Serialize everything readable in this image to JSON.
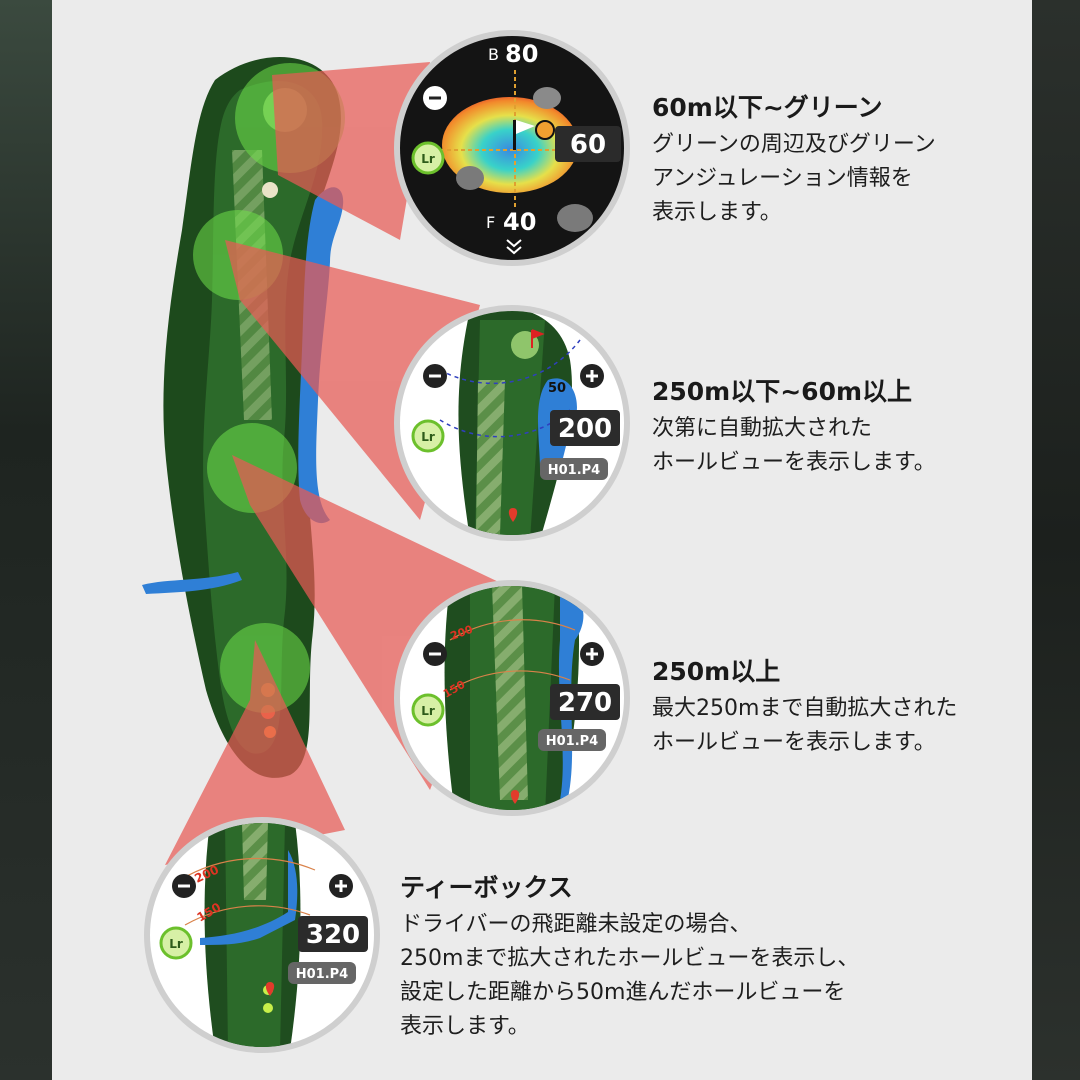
{
  "sections": [
    {
      "heading": "60m以下~グリーン",
      "lines": [
        "グリーンの周辺及びグリーン",
        "アンジュレーション情報を",
        "表示します。"
      ],
      "screen": {
        "back_label": "B",
        "back_distance": "80",
        "front_label": "F",
        "front_distance": "40",
        "distance": "60"
      }
    },
    {
      "heading": "250m以下~60m以上",
      "lines": [
        "次第に自動拡大された",
        "ホールビューを表示します。"
      ],
      "screen": {
        "distance": "200",
        "hole_tag": "H01.P4",
        "arc_label": "50"
      }
    },
    {
      "heading": "250m以上",
      "lines": [
        "最大250mまで自動拡大された",
        "ホールビューを表示します。"
      ],
      "screen": {
        "distance": "270",
        "hole_tag": "H01.P4",
        "arc_label_outer": "200",
        "arc_label_inner": "150"
      }
    },
    {
      "heading": "ティーボックス",
      "lines": [
        "ドライバーの飛距離未設定の場合、",
        "250mまで拡大されたホールビューを表示し、",
        "設定した距離から50m進んだホールビューを",
        "表示します。"
      ],
      "screen": {
        "distance": "320",
        "hole_tag": "H01.P4",
        "arc_label_outer": "200",
        "arc_label_inner": "150"
      }
    }
  ],
  "controls": {
    "zoom_out_icon": "minus",
    "zoom_in_icon": "plus",
    "layup_icon": "Lr"
  },
  "colors": {
    "callout_red": "#e85a55",
    "fairway": "#2f6e2c",
    "rough": "#1f4d1f",
    "water": "#2f7fd6",
    "highlight_green": "#6fe04a",
    "distance_box": "#2b2b2b"
  }
}
